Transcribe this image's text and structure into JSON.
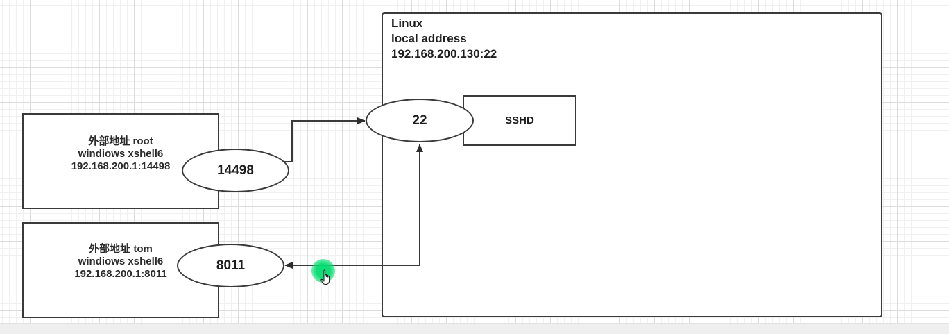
{
  "linux": {
    "title": "Linux",
    "subtitle": "local address",
    "address": "192.168.200.130:22"
  },
  "server": {
    "port_label": "22",
    "service_label": "SSHD"
  },
  "clients": [
    {
      "line1": "外部地址 root",
      "line2": "windiows xshell6",
      "line3": "192.168.200.1:14498",
      "port_label": "14498"
    },
    {
      "line1": "外部地址 tom",
      "line2": "windiows xshell6",
      "line3": "192.168.200.1:8011",
      "port_label": "8011"
    }
  ],
  "colors": {
    "stroke": "#3a3a3a",
    "pointer_highlight": "#00dc6e"
  },
  "icons": {
    "cursor": "hand-pointer-icon"
  }
}
